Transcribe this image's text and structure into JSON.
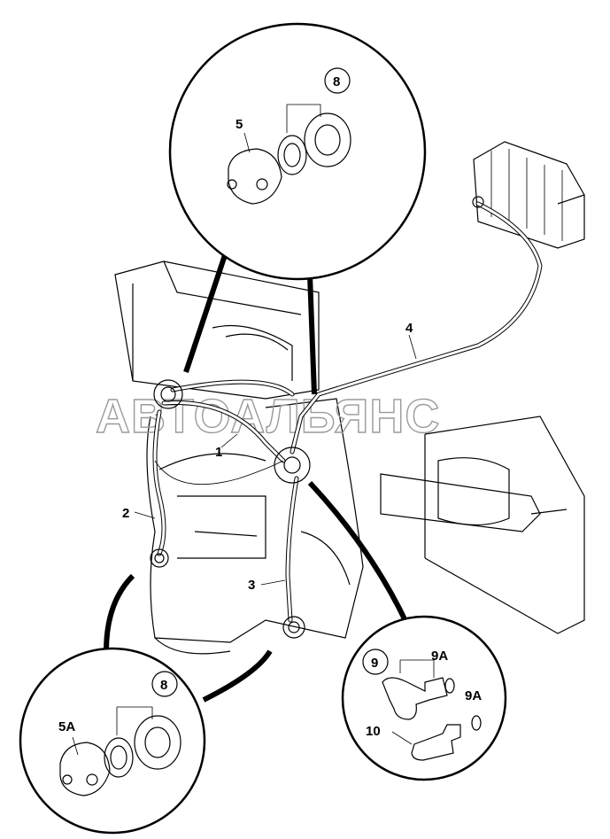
{
  "watermark": "АВТОАЛЬЯНС",
  "callouts": {
    "c1": "1",
    "c2": "2",
    "c3": "3",
    "c4": "4",
    "c5": "5",
    "c5a": "5A",
    "c8_top": "8",
    "c8_bottom": "8",
    "c9": "9",
    "c9a_top": "9A",
    "c9a_bottom": "9A",
    "c10": "10"
  }
}
